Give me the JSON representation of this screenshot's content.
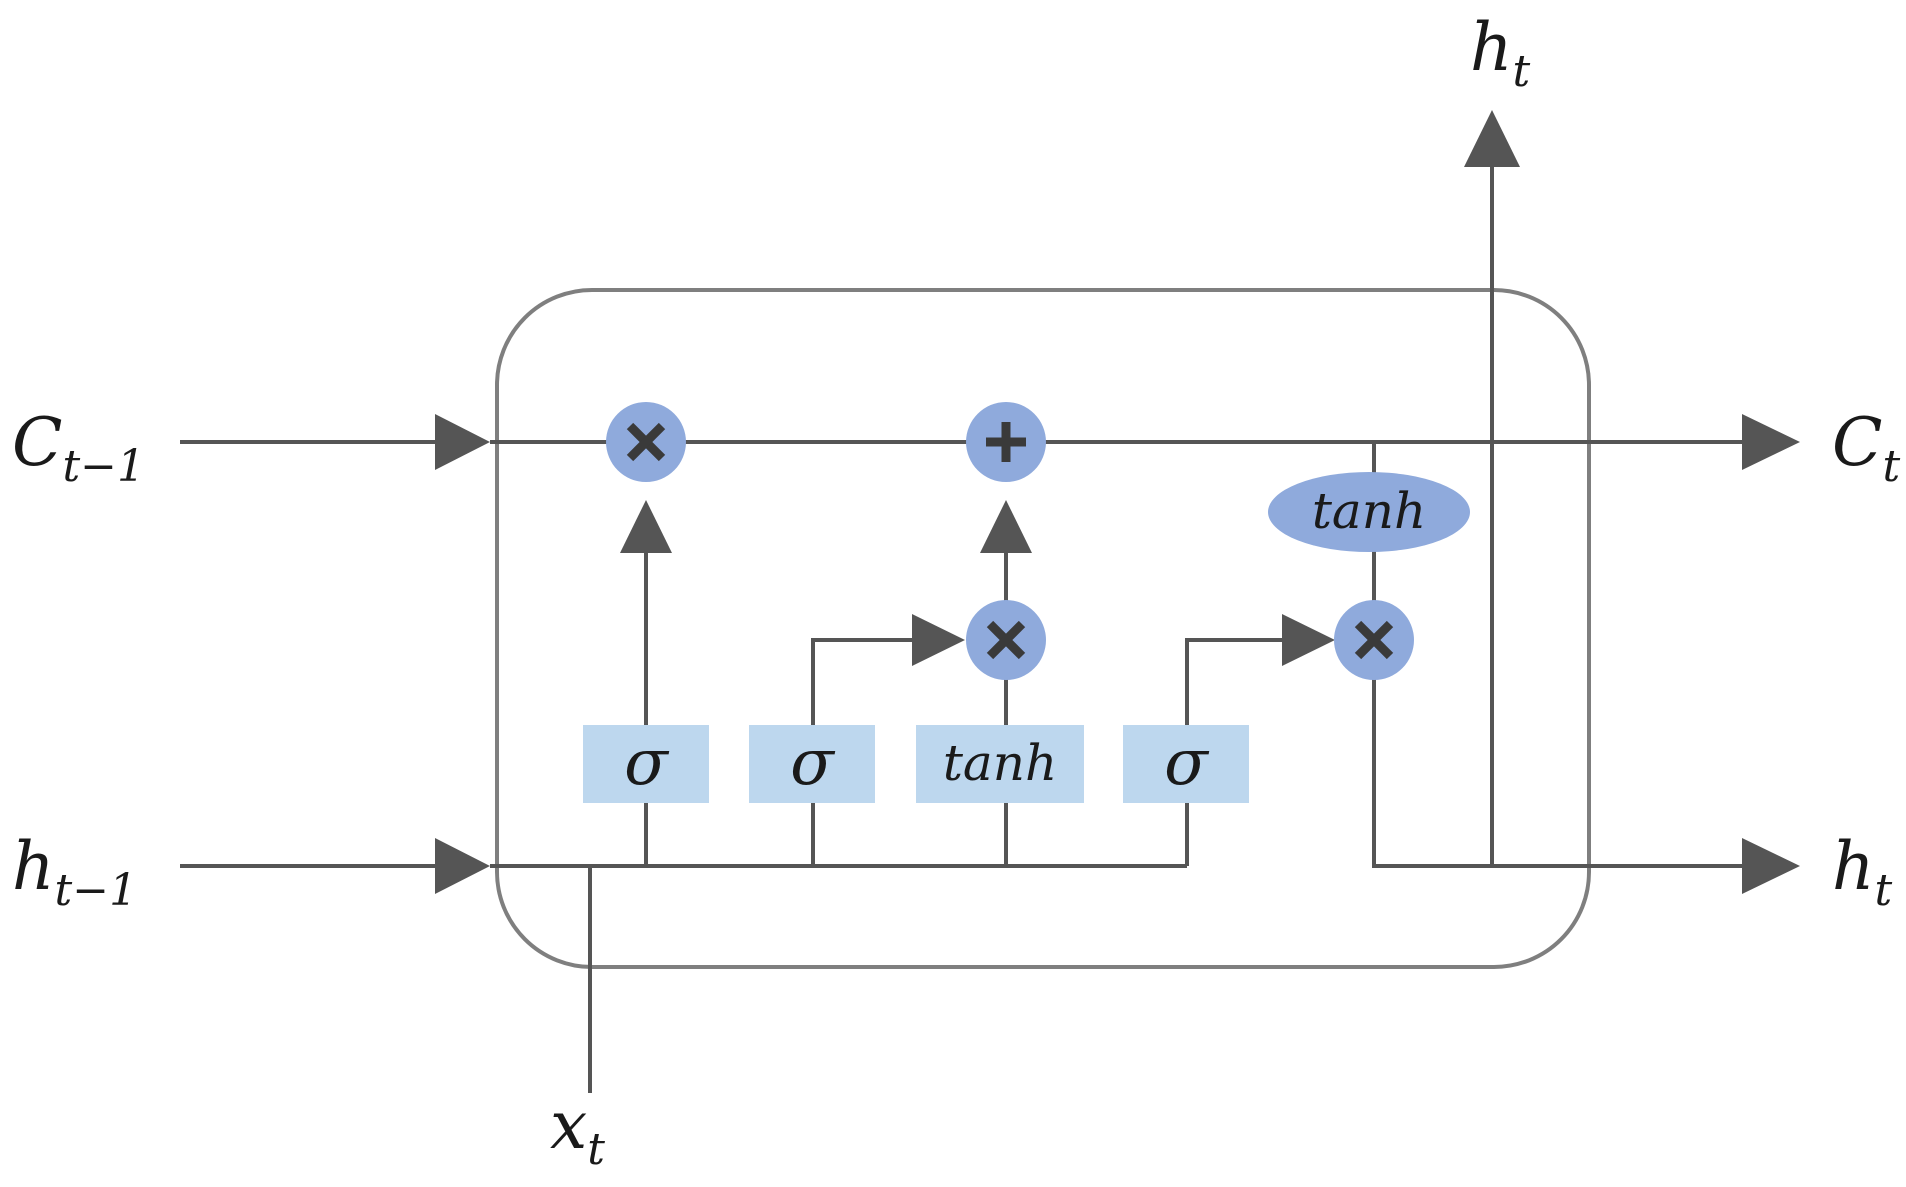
{
  "labels": {
    "c_prev": {
      "base": "C",
      "sub": "t−1"
    },
    "h_prev": {
      "base": "h",
      "sub": "t−1"
    },
    "c_out": {
      "base": "C",
      "sub": "t"
    },
    "h_out_right": {
      "base": "h",
      "sub": "t"
    },
    "h_out_top": {
      "base": "h",
      "sub": "t"
    },
    "x_in": {
      "base": "x",
      "sub": "t"
    }
  },
  "gates": [
    {
      "id": "forget",
      "label": "σ"
    },
    {
      "id": "input",
      "label": "σ"
    },
    {
      "id": "candidate",
      "label": "tanh"
    },
    {
      "id": "output",
      "label": "σ"
    }
  ],
  "cell_tanh": {
    "label": "tanh"
  },
  "operations": [
    {
      "id": "forget-multiply",
      "symbol": "multiply"
    },
    {
      "id": "add",
      "symbol": "add"
    },
    {
      "id": "input-multiply",
      "symbol": "multiply"
    },
    {
      "id": "output-multiply",
      "symbol": "multiply"
    }
  ],
  "colors": {
    "lines": "#555555",
    "gate_fill": "#bdd7ee",
    "operation_fill": "#8faadc",
    "cell_border": "#7f7f7f"
  }
}
